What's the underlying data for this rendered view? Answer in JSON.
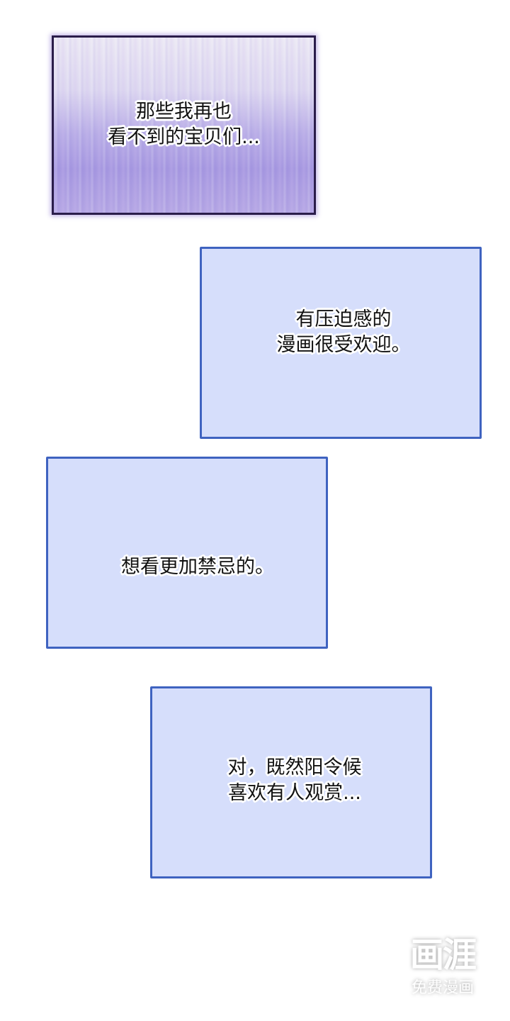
{
  "panels": [
    {
      "style": "misty-violet-gradient",
      "border_color": "#2a1d4a",
      "lines": [
        "那些我再也",
        "看不到的宝贝们..."
      ]
    },
    {
      "style": "pale-blue",
      "fill_color": "#d6defb",
      "border_color": "#3f63c0",
      "lines": [
        "有压迫感的",
        "漫画很受欢迎。"
      ]
    },
    {
      "style": "pale-blue",
      "fill_color": "#d6defb",
      "border_color": "#3f63c0",
      "lines": [
        "想看更加禁忌的。"
      ]
    },
    {
      "style": "pale-blue",
      "fill_color": "#d6defb",
      "border_color": "#3f63c0",
      "lines": [
        "对，既然阳令候",
        "喜欢有人观赏..."
      ]
    }
  ],
  "watermark": {
    "logo": "画涯",
    "subtitle": "免费漫画"
  }
}
